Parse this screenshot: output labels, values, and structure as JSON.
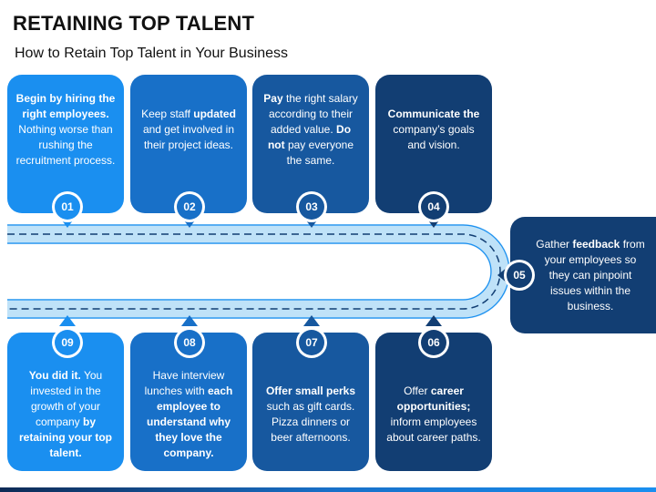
{
  "title": "RETAINING TOP TALENT",
  "subtitle": "How to Retain Top Talent in Your Business",
  "steps": [
    {
      "num": "01",
      "html": "<b>Begin by hiring the right employees.</b> Nothing worse than rushing the recruitment process."
    },
    {
      "num": "02",
      "html": "Keep staff <b>updated</b> and get involved in their project ideas."
    },
    {
      "num": "03",
      "html": "<b>Pay</b> the right salary according to their added value. <b>Do not</b> pay everyone the same."
    },
    {
      "num": "04",
      "html": "<b>Communicate the</b> company’s goals and vision."
    },
    {
      "num": "05",
      "html": "Gather <b>feedback</b> from your employees so they can pinpoint issues within the business."
    },
    {
      "num": "06",
      "html": "Offer <b>career opportunities;</b> inform employees about career paths."
    },
    {
      "num": "07",
      "html": "<b>Offer small perks</b> such as gift cards. Pizza dinners or beer afternoons."
    },
    {
      "num": "08",
      "html": "Have interview lunches with <b>each employee to understand why they love the company.</b>"
    },
    {
      "num": "09",
      "html": "<b>You did it.</b> You invested in the growth of your company <b>by retaining your top talent.</b>"
    }
  ],
  "colors": {
    "light": "#1a8ff0",
    "mid": "#1870c8",
    "deep": "#17589f",
    "dark": "#123e73",
    "road": "#bfe2f8"
  }
}
